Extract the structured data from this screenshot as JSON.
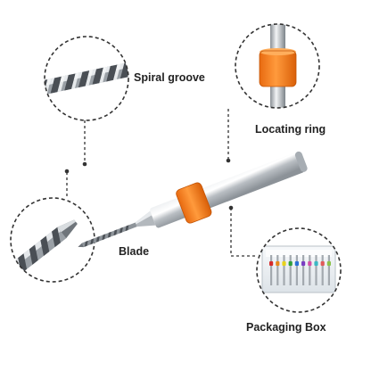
{
  "callouts": {
    "spiral_groove": "Spiral groove",
    "locating_ring": "Locating ring",
    "blade": "Blade",
    "packaging_box": "Packaging Box"
  },
  "colors": {
    "ring_orange": "#f47b20",
    "shank_metal": "#c9cdd1",
    "callout_line": "#333333",
    "bit_colors": [
      "#d62b2b",
      "#e88a1c",
      "#e8d21c",
      "#2e9e3a",
      "#2a6fd6",
      "#7a3ec2",
      "#d64fa6",
      "#3bb7c4",
      "#e05a5a",
      "#8bc34a"
    ]
  },
  "icons": {
    "spiral": "spiral-groove-magnifier",
    "ring": "locating-ring-magnifier",
    "blade": "blade-magnifier",
    "box": "packaging-box-magnifier",
    "product": "drill-bit"
  }
}
